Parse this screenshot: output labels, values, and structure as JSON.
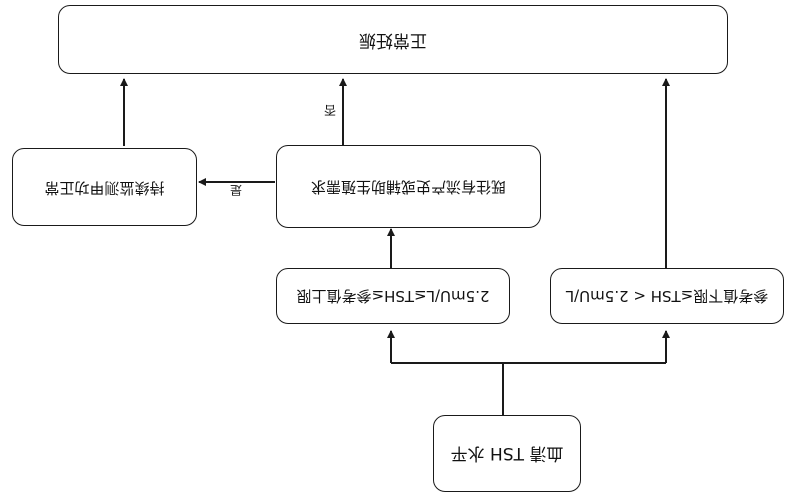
{
  "nodes": {
    "normal_pregnancy": "正常妊娠",
    "continue_monitoring": "持续监测甲功正常",
    "history_assisted": "既往有流产史或辅助生殖需求",
    "between_range": "2.5mU/L≤TSH≤参考值上限",
    "low_range": "参考值下限≤TSH < 2.5mU/L",
    "serum_tsh": "血清 TSH 水平"
  },
  "edges": {
    "no_label": "否",
    "yes_label": "是"
  },
  "orientation": "rotated 180°"
}
